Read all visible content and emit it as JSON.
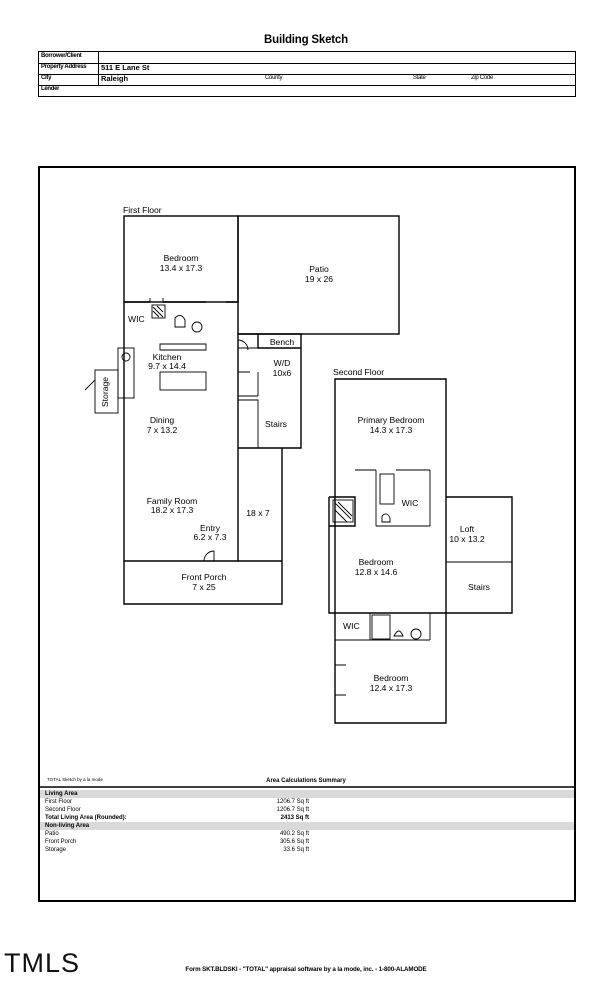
{
  "title": "Building Sketch",
  "header": {
    "borrower_label": "Borrower/Client",
    "property_label": "Property Address",
    "property_value": "511 E Lane St",
    "city_label": "City",
    "city_value": "Raleigh",
    "county_label": "County",
    "state_label": "State",
    "zip_label": "Zip Code",
    "lender_label": "Lender"
  },
  "plan": {
    "first_floor": "First Floor",
    "second_floor": "Second Floor",
    "rooms": {
      "bedroom1_name": "Bedroom",
      "bedroom1_dim": "13.4 x 17.3",
      "patio_name": "Patio",
      "patio_dim": "19 x 26",
      "wic1": "WIC",
      "kitchen_name": "Kitchen",
      "kitchen_dim": "9.7 x 14.4",
      "bench": "Bench",
      "wd_name": "W/D",
      "wd_dim": "10x6",
      "storage": "Storage",
      "dining_name": "Dining",
      "dining_dim": "7 x 13.2",
      "stairs1": "Stairs",
      "family_name": "Family Room",
      "family_dim": "18.2 x 17.3",
      "side_dim": "18 x 7",
      "entry_name": "Entry",
      "entry_dim": "6.2 x 7.3",
      "porch_name": "Front Porch",
      "porch_dim": "7 x 25",
      "primary_name": "Primary Bedroom",
      "primary_dim": "14.3 x 17.3",
      "wic2": "WIC",
      "loft_name": "Loft",
      "loft_dim": "10 x 13.2",
      "bedroom2_name": "Bedroom",
      "bedroom2_dim": "12.8 x 14.6",
      "stairs2": "Stairs",
      "wic3": "WIC",
      "bedroom3_name": "Bedroom",
      "bedroom3_dim": "12.4 x 17.3"
    }
  },
  "summary": {
    "note": "TOTAL Sketch by a la mode",
    "title": "Area Calculations Summary",
    "living_header": "Living Area",
    "first_floor_label": "First Floor",
    "first_floor_value": "1206.7 Sq ft",
    "second_floor_label": "Second Floor",
    "second_floor_value": "1206.7 Sq ft",
    "total_label": "Total Living Area (Rounded):",
    "total_value": "2413 Sq ft",
    "nonliving_header": "Non-living Area",
    "patio_label": "Patio",
    "patio_value": "490.2 Sq ft",
    "porch_label": "Front Porch",
    "porch_value": "305.6 Sq ft",
    "storage_label": "Storage",
    "storage_value": "33.6 Sq ft"
  },
  "logo": "TMLS",
  "footer": "Form SKT.BLDSKI - \"TOTAL\" appraisal software by a la mode, inc. - 1-800-ALAMODE"
}
